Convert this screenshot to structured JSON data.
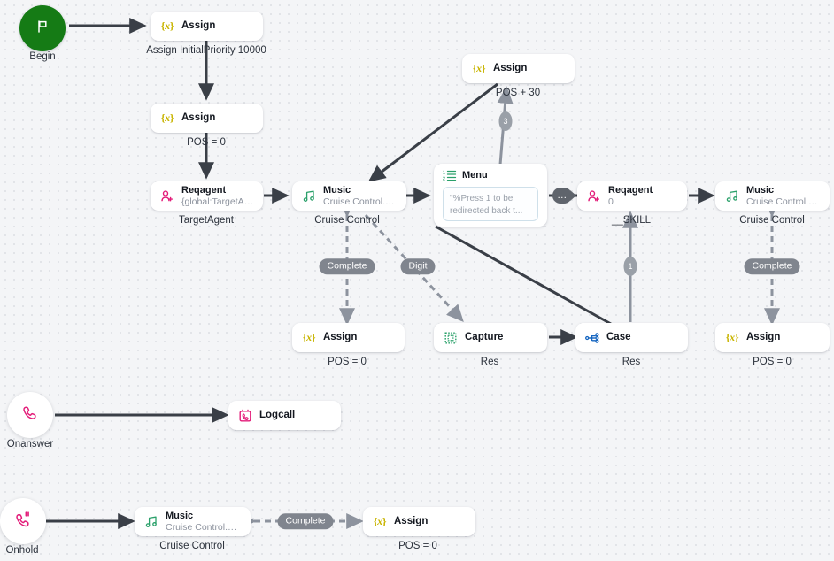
{
  "canvas": {
    "background": "#f4f5f7",
    "grid": "dotted"
  },
  "nodes": [
    {
      "id": "begin",
      "kind": "terminal",
      "icon": "flag-icon",
      "label": "",
      "caption": "Begin",
      "color": "#157b15"
    },
    {
      "id": "assign-initial",
      "kind": "card",
      "icon": "assign-x-icon",
      "title": "Assign",
      "subtitle": "",
      "caption": "Assign InitialPriority 10000"
    },
    {
      "id": "assign-pos0-top",
      "kind": "card",
      "icon": "assign-x-icon",
      "title": "Assign",
      "subtitle": "",
      "caption": "POS = 0"
    },
    {
      "id": "reqagent-target",
      "kind": "card",
      "icon": "reqagent-icon",
      "title": "Reqagent",
      "subtitle": "{global:TargetAgent}",
      "caption": "TargetAgent"
    },
    {
      "id": "music-cruise-mid",
      "kind": "card",
      "icon": "music-icon",
      "title": "Music",
      "subtitle": "Cruise Control.wav",
      "caption": "Cruise Control"
    },
    {
      "id": "menu",
      "kind": "menu",
      "icon": "numbered-list-icon",
      "title": "Menu",
      "prompt": "\"%Press 1 to be redirected back t...",
      "caption": ""
    },
    {
      "id": "reqagent-skill",
      "kind": "card",
      "icon": "reqagent-icon",
      "title": "Reqagent",
      "subtitle": "0",
      "caption": "__SKILL"
    },
    {
      "id": "music-cruise-right",
      "kind": "card",
      "icon": "music-icon",
      "title": "Music",
      "subtitle": "Cruise Control.wav",
      "caption": "Cruise Control"
    },
    {
      "id": "assign-pos30",
      "kind": "card",
      "icon": "assign-x-icon",
      "title": "Assign",
      "subtitle": "",
      "caption": "POS + 30"
    },
    {
      "id": "assign-pos0-mid",
      "kind": "card",
      "icon": "assign-x-icon",
      "title": "Assign",
      "subtitle": "",
      "caption": "POS = 0"
    },
    {
      "id": "capture",
      "kind": "card",
      "icon": "capture-icon",
      "title": "Capture",
      "subtitle": "",
      "caption": "Res"
    },
    {
      "id": "case",
      "kind": "card",
      "icon": "case-icon",
      "title": "Case",
      "subtitle": "",
      "caption": "Res"
    },
    {
      "id": "assign-pos0-right",
      "kind": "card",
      "icon": "assign-x-icon",
      "title": "Assign",
      "subtitle": "",
      "caption": "POS = 0"
    },
    {
      "id": "onanswer",
      "kind": "terminal",
      "icon": "phone-icon",
      "label": "",
      "caption": "Onanswer",
      "color": "#ffffff"
    },
    {
      "id": "logcall",
      "kind": "card",
      "icon": "logcall-icon",
      "title": "Logcall",
      "subtitle": "",
      "caption": ""
    },
    {
      "id": "onhold",
      "kind": "terminal",
      "icon": "phone-pause-icon",
      "label": "",
      "caption": "Onhold",
      "color": "#ffffff"
    },
    {
      "id": "music-cruise-bottom",
      "kind": "card",
      "icon": "music-icon",
      "title": "Music",
      "subtitle": "Cruise Control.wav",
      "caption": "Cruise Control"
    },
    {
      "id": "assign-pos0-bottom",
      "kind": "card",
      "icon": "assign-x-icon",
      "title": "Assign",
      "subtitle": "",
      "caption": "POS = 0"
    }
  ],
  "labels": {
    "begin": "Begin",
    "assign": "Assign",
    "assign_initial_priority": "Assign InitialPriority 10000",
    "pos_zero": "POS = 0",
    "pos_plus_30": "POS + 30",
    "reqagent": "Reqagent",
    "global_target_agent": "{global:TargetAgent}",
    "target_agent": "TargetAgent",
    "music": "Music",
    "cruise_control_wav": "Cruise Control.wav",
    "cruise_control": "Cruise Control",
    "menu": "Menu",
    "menu_prompt": "\"%Press 1 to be redirected back t...",
    "reqagent_zero": "0",
    "skill": "__SKILL",
    "capture": "Capture",
    "case": "Case",
    "res": "Res",
    "onanswer": "Onanswer",
    "logcall": "Logcall",
    "onhold": "Onhold"
  },
  "edge_labels": {
    "complete_mid": "Complete",
    "complete_right": "Complete",
    "complete_bottom": "Complete",
    "digit": "Digit",
    "badge_three": "3",
    "badge_one": "1",
    "ellipsis": "..."
  },
  "colors": {
    "begin_green": "#157b15",
    "assign_yellow": "#c8b400",
    "reqagent_pink": "#e31c79",
    "music_green": "#2aa06a",
    "capture_green": "#2aa06a",
    "case_blue": "#1565c0",
    "menu_green": "#2aa06a",
    "edge_dark": "#3a3f47",
    "edge_gray": "#8d939e",
    "pill_gray": "#80858e"
  }
}
